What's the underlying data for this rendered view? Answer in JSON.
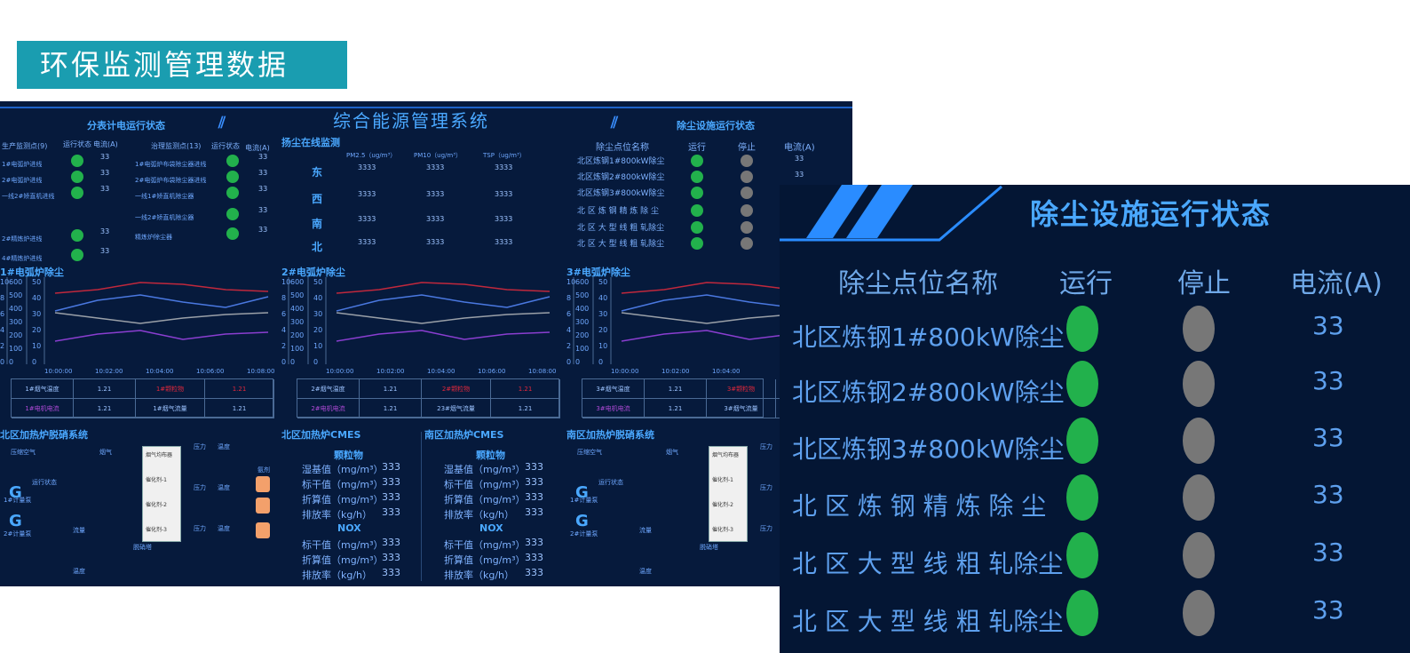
{
  "banner": {
    "title": "环保监测管理数据"
  },
  "dashboard": {
    "title": "综合能源管理系统",
    "meter": {
      "title": "分表计电运行状态",
      "left_header": "生产监测点(9)",
      "status_header": "运行状态",
      "current_header": "电流(A)",
      "right_header": "治理监测点(13)",
      "status_header2": "运行状态",
      "current_header2": "电流(A)",
      "left_items": [
        "1#电弧炉进线",
        "2#电弧炉进线",
        "一线2#矫直机进线",
        "2#精炼炉进线",
        "4#精炼炉进线"
      ],
      "right_items": [
        "1#电弧炉布袋除尘器进线",
        "2#电弧炉布袋除尘器进线",
        "一线1#矫直机除尘器",
        "一线2#矫直机除尘器",
        "精炼炉除尘器"
      ],
      "value": "33"
    },
    "dust_monitor": {
      "title": "扬尘在线监测",
      "cols": [
        "PM2.5（ug/m³）",
        "PM10（ug/m³）",
        "TSP（ug/m³）"
      ],
      "rows": [
        {
          "dir": "东",
          "v": [
            "3333",
            "3333",
            "3333"
          ]
        },
        {
          "dir": "西",
          "v": [
            "3333",
            "3333",
            "3333"
          ]
        },
        {
          "dir": "南",
          "v": [
            "3333",
            "3333",
            "3333"
          ]
        },
        {
          "dir": "北",
          "v": [
            "3333",
            "3333",
            "3333"
          ]
        }
      ]
    },
    "dust_status": {
      "title": "除尘设施运行状态",
      "name_header": "除尘点位名称",
      "run_header": "运行",
      "stop_header": "停止",
      "current_header": "电流(A)",
      "items": [
        "北区炼钢1#800kW除尘",
        "北区炼钢2#800kW除尘",
        "北区炼钢3#800kW除尘",
        "北 区 炼 钢 精 炼 除 尘",
        "北 区 大 型 线 粗 轧除尘",
        "北 区 大 型 线 粗 轧除尘"
      ],
      "values": [
        "33",
        "33"
      ]
    },
    "charts": [
      {
        "title": "1#电弧炉除尘",
        "axis_a": [
          "10",
          "8",
          "6",
          "4",
          "2",
          "0"
        ],
        "axis_b": [
          "600",
          "500",
          "400",
          "300",
          "200",
          "100",
          "0"
        ],
        "axis_c": [
          "50",
          "40",
          "30",
          "20",
          "10",
          "0"
        ],
        "x": [
          "10:00:00",
          "10:02:00",
          "10:04:00",
          "10:06:00",
          "10:08:00"
        ]
      },
      {
        "title": "2#电弧炉除尘",
        "axis_a": [
          "10",
          "8",
          "6",
          "4",
          "2",
          "0"
        ],
        "axis_b": [
          "600",
          "500",
          "400",
          "300",
          "200",
          "100",
          "0"
        ],
        "axis_c": [
          "50",
          "40",
          "30",
          "20",
          "10",
          "0"
        ],
        "x": [
          "10:00:00",
          "10:02:00",
          "10:04:00",
          "10:06:00",
          "10:08:00"
        ]
      },
      {
        "title": "3#电弧炉除尘",
        "axis_a": [
          "10",
          "8",
          "6",
          "4",
          "2",
          "0"
        ],
        "axis_b": [
          "600",
          "500",
          "400",
          "300",
          "200",
          "100",
          "0"
        ],
        "axis_c": [
          "50",
          "40",
          "30",
          "20",
          "10",
          "0"
        ],
        "x": [
          "10:00:00",
          "10:02:00",
          "10:04:00"
        ]
      }
    ],
    "tables": [
      {
        "r1": [
          "1#烟气温度",
          "1.21",
          "1#颗粒物",
          "1.21"
        ],
        "r2": [
          "1#电机电流",
          "1.21",
          "1#烟气流量",
          "1.21"
        ]
      },
      {
        "r1": [
          "2#烟气温度",
          "1.21",
          "2#颗粒物",
          "1.21"
        ],
        "r2": [
          "2#电机电流",
          "1.21",
          "23#烟气流量",
          "1.21"
        ]
      },
      {
        "r1": [
          "3#烟气温度",
          "1.21",
          "3#颗粒物",
          ""
        ],
        "r2": [
          "3#电机电流",
          "1.21",
          "3#烟气流量",
          ""
        ]
      }
    ],
    "denox_north": {
      "title": "北区加热炉脱硝系统"
    },
    "denox_south": {
      "title": "南区加热炉脱硝系统"
    },
    "cems_north": {
      "title": "北区加热炉CMES",
      "particle": "颗粒物",
      "nox": "NOX",
      "labels": [
        "湿基值（mg/m³）",
        "标干值（mg/m³）",
        "折算值（mg/m³）",
        "排放率（kg/h）"
      ],
      "labels2": [
        "标干值（mg/m³）",
        "折算值（mg/m³）",
        "排放率（kg/h）"
      ],
      "value": "333"
    },
    "cems_south": {
      "title": "南区加热炉CMES",
      "particle": "颗粒物",
      "nox": "NOX",
      "labels": [
        "湿基值（mg/m³）",
        "标干值（mg/m³）",
        "折算值（mg/m³）",
        "排放率（kg/h）"
      ],
      "labels2": [
        "标干值（mg/m³）",
        "折算值（mg/m³）",
        "排放率（kg/h）"
      ],
      "value": "333"
    },
    "process": {
      "gas": "烟气",
      "tower": [
        "烟气均布器",
        "催化剂-1",
        "催化剂-2",
        "催化剂-3"
      ],
      "air": "压缩空气",
      "pump1": "1#计量泵",
      "pump2": "2#计量泵",
      "status": "运行状态",
      "flow": "流量",
      "denitr": "脱硝塔",
      "pressure": "压力",
      "temp": "温度",
      "ammonia": "氨剂"
    }
  },
  "zoom": {
    "title": "除尘设施运行状态",
    "headers": [
      "除尘点位名称",
      "运行",
      "停止",
      "电流(A)"
    ],
    "items": [
      "北区炼钢1#800kW除尘",
      "北区炼钢2#800kW除尘",
      "北区炼钢3#800kW除尘",
      "北 区 炼 钢 精 炼 除 尘",
      "北 区 大 型 线 粗 轧除尘",
      "北 区 大 型 线 粗 轧除尘"
    ],
    "values": [
      "33",
      "33",
      "33",
      "33",
      "33",
      "33"
    ]
  },
  "colors": {
    "banner": "#1a9db0",
    "panel": "#061a3c",
    "run": "#22b14c",
    "stop": "#777777",
    "accent": "#4aa8ff",
    "curve_red": "#c0283c",
    "curve_blue": "#4a78e0",
    "curve_gray": "#9aa0a8",
    "curve_purple": "#8a3ed0"
  }
}
